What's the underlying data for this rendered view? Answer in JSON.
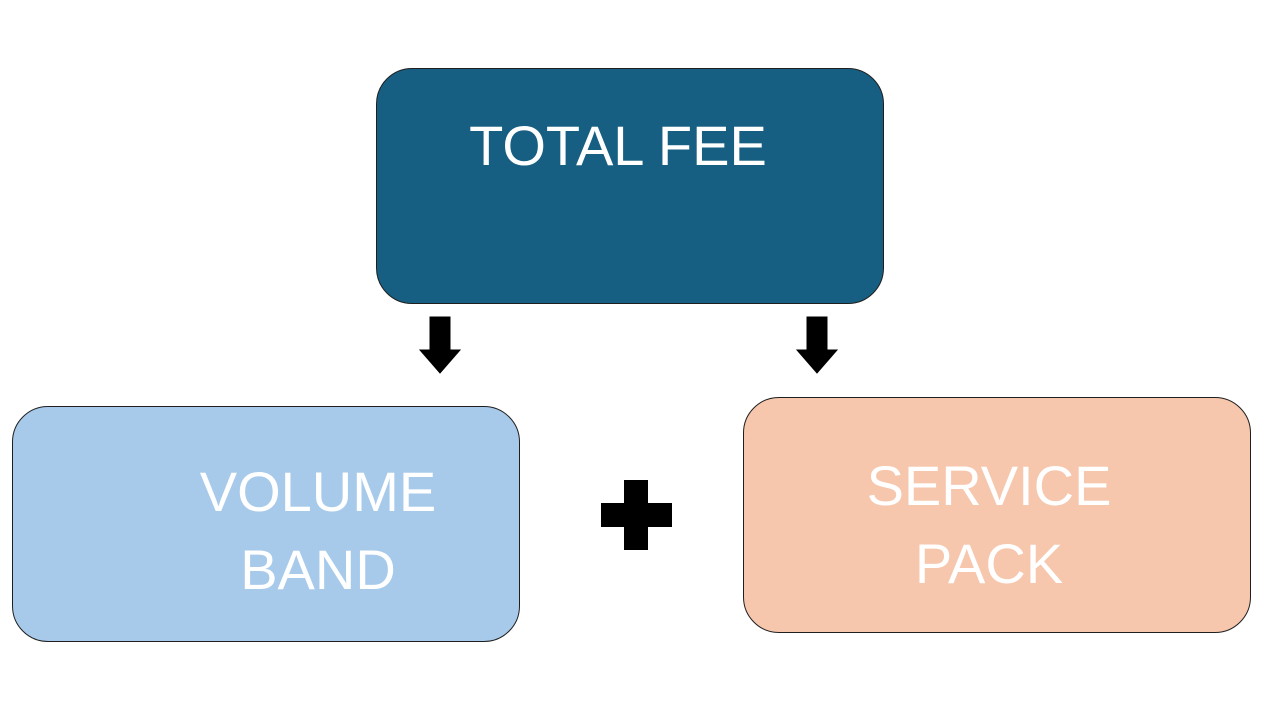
{
  "nodes": {
    "total": {
      "label": "TOTAL FEE",
      "color": "#175f82"
    },
    "volume": {
      "label": "VOLUME\nBAND",
      "color": "#a7caeb"
    },
    "service": {
      "label": "SERVICE\nPACK",
      "color": "#f6c6ad"
    }
  },
  "connectors": {
    "arrow_icon": "down-arrow-icon",
    "operator_icon": "plus-icon",
    "color": "#000000"
  }
}
